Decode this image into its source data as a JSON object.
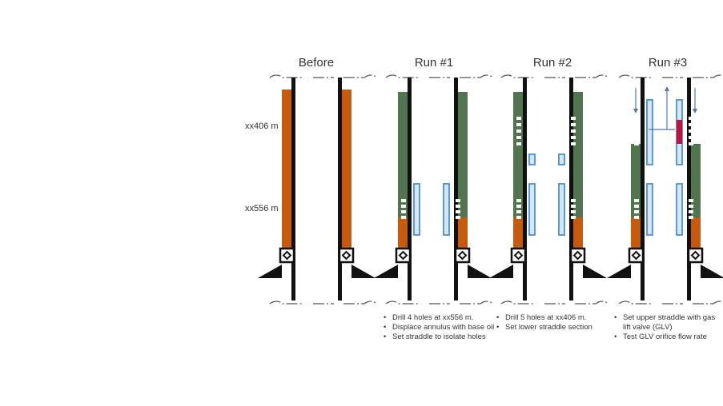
{
  "columns": [
    {
      "title": "Before"
    },
    {
      "title": "Run #1"
    },
    {
      "title": "Run #2"
    },
    {
      "title": "Run #3"
    }
  ],
  "depths": {
    "upper": "xx406 m",
    "lower": "xx556 m"
  },
  "notes": {
    "run1": [
      "Drill 4 holes at xx556 m.",
      "Displace annulus with base oil",
      "Set straddle to isolate holes"
    ],
    "run2": [
      "Drill 5 holes at xx406 m.",
      "Set lower straddle section"
    ],
    "run3": [
      "Set upper straddle with gas lift valve (GLV)",
      "Test GLV orifice flow rate"
    ]
  },
  "colors": {
    "oil": "#c55a11",
    "green": "#52744e",
    "straddle": "#5b9bd5",
    "straddle_fill": "#d6e6f5",
    "glv": "#c0143c",
    "wall": "#111111"
  }
}
